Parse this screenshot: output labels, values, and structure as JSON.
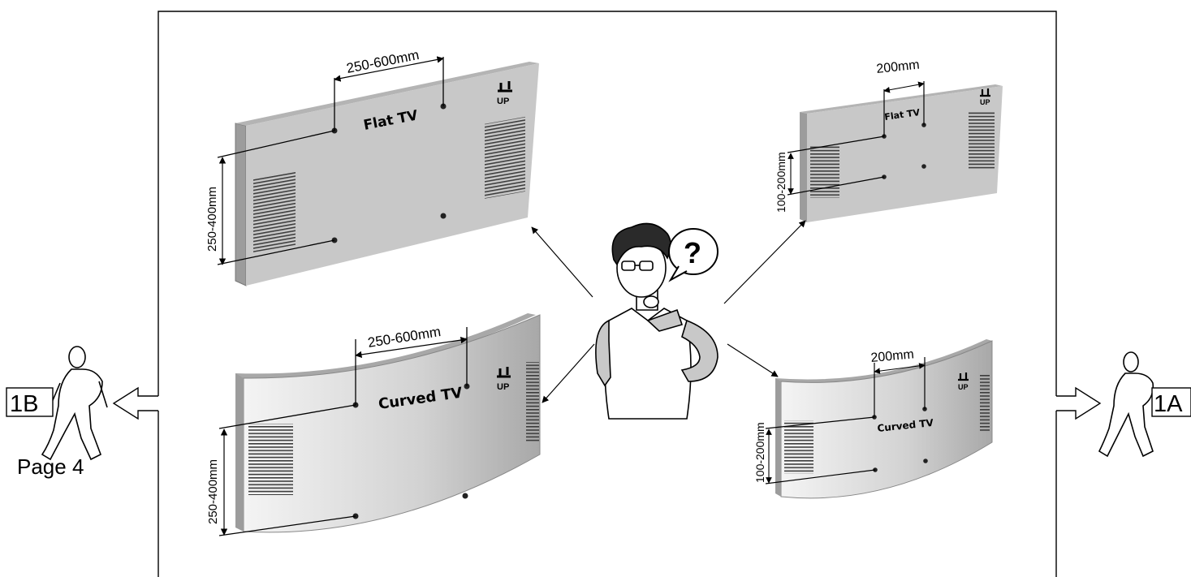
{
  "flat_large": {
    "title": "Flat TV",
    "horizontal_dim": "250-600mm",
    "vertical_dim": "250-400mm",
    "up_label": "UP"
  },
  "curved_large": {
    "title": "Curved TV",
    "horizontal_dim": "250-600mm",
    "vertical_dim": "250-400mm",
    "up_label": "UP"
  },
  "flat_small": {
    "title": "Flat TV",
    "horizontal_dim": "200mm",
    "vertical_dim": "100-200mm",
    "up_label": "UP"
  },
  "curved_small": {
    "title": "Curved TV",
    "horizontal_dim": "200mm",
    "vertical_dim": "100-200mm",
    "up_label": "UP"
  },
  "question_mark": "?",
  "nav_left": {
    "code": "1B",
    "page": "Page 4"
  },
  "nav_right": {
    "code": "1A"
  },
  "colors": {
    "panel": "#c8c8c8",
    "panel_edge": "#9c9c9c",
    "outline": "#000000",
    "grille": "#3c3c3c"
  }
}
